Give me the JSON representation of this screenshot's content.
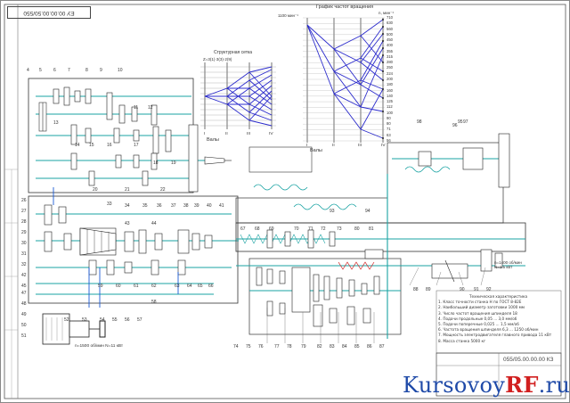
{
  "drawing": {
    "stamp_code": "ЕУ 00.00.00.50/550",
    "title_code": "055/05.00.00.00 КЗ",
    "watermark_main": "Kursovoy",
    "watermark_rf": "RF",
    "watermark_suffix": ".ru",
    "graph_speed_title": "График частот вращения",
    "graph_struct_title": "Структурная сетка",
    "graph_struct_formula": "Z=3(1)·3(3)·2(9)",
    "graph_speed_axis_label": "n, мин⁻¹",
    "graph_speed_base": "1100 мин⁻¹",
    "shafts_label": "Валы",
    "shaft_numerals": [
      "I",
      "II",
      "III",
      "IV"
    ],
    "speed_ticks": [
      "710",
      "630",
      "560",
      "500",
      "450",
      "400",
      "355",
      "315",
      "280",
      "250",
      "224",
      "200",
      "180",
      "160",
      "140",
      "125",
      "112",
      "100",
      "90",
      "80",
      "71",
      "63",
      "56"
    ],
    "motor_label": "n=1500 об/мин  N=11 кВт",
    "motor_small_label": "n=1400 об/мин  N=1.5 кВт",
    "gear_labels_top": [
      "4",
      "5",
      "6",
      "7",
      "8",
      "9",
      "10",
      "11",
      "12",
      "13",
      "14",
      "15",
      "16",
      "17",
      "18",
      "19",
      "20",
      "21",
      "22"
    ],
    "gear_labels_mid": [
      "26",
      "27",
      "28",
      "29",
      "30",
      "31",
      "32",
      "33",
      "34",
      "35",
      "36",
      "37",
      "38",
      "39",
      "40",
      "41",
      "42",
      "43",
      "44",
      "45"
    ],
    "gear_labels_right": [
      "67",
      "68",
      "69",
      "70",
      "71",
      "72",
      "73",
      "80",
      "81",
      "88",
      "89",
      "90",
      "91",
      "92",
      "93",
      "94",
      "95",
      "96",
      "97",
      "98"
    ],
    "gear_labels_bottom": [
      "47",
      "48",
      "49",
      "50",
      "51",
      "52",
      "53",
      "54",
      "55",
      "56",
      "57",
      "58",
      "59",
      "60",
      "61",
      "62",
      "63",
      "64",
      "65",
      "66",
      "74",
      "75",
      "76",
      "77",
      "78",
      "79",
      "82",
      "83",
      "84",
      "85",
      "86",
      "87"
    ],
    "tech_notes_title": "Техническая характеристика",
    "tech_notes": [
      "1. Класс точности станка Н по ГОСТ 8-82Е",
      "2. Наибольший диаметр заготовки 1000 мм",
      "3. Число частот вращения шпинделя 18",
      "4. Подачи продольные 0,05 ... 3,0 мм/об",
      "5. Подачи поперечные 0,025 ... 1,5 мм/об",
      "6. Частота вращения шпинделя 6,3 ... 1250 об/мин",
      "7. Мощность электродвигателя главного привода 11 кВт",
      "8. Масса станка 5000 кг"
    ]
  }
}
